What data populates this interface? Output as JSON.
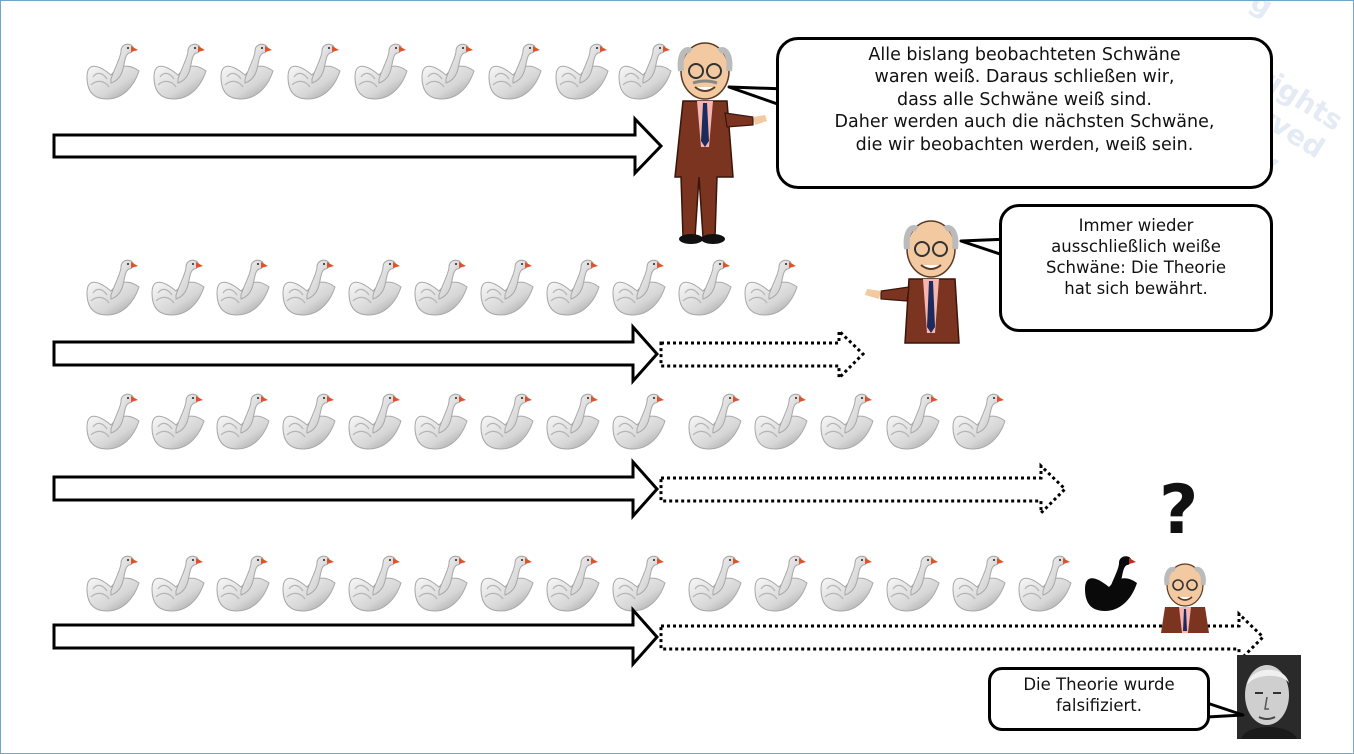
{
  "bubbles": {
    "first_observation": {
      "lines": [
        "Alle bislang beobachteten Schwäne",
        "waren weiß. Daraus schließen wir,",
        "dass alle Schwäne weiß sind.",
        "Daher werden auch die nächsten Schwäne,",
        "die wir beobachten werden, weiß sein."
      ]
    },
    "confirmation": {
      "lines": [
        "Immer wieder",
        "ausschließlich weiße",
        "Schwäne: Die Theorie",
        "hat sich bewährt."
      ]
    },
    "falsification": {
      "lines": [
        "Die Theorie wurde",
        "falsifiziert."
      ]
    }
  },
  "question_mark": "?",
  "watermark": {
    "lines": [
      "g",
      "all rights reserved",
      "ssenv"
    ]
  },
  "rows": [
    {
      "white_swans": 9,
      "black_swans": 0,
      "dotted_extension": false
    },
    {
      "white_swans": 11,
      "black_swans": 0,
      "dotted_extension": true
    },
    {
      "white_swans": 14,
      "black_swans": 0,
      "dotted_extension": true
    },
    {
      "white_swans": 15,
      "black_swans": 1,
      "dotted_extension": true
    }
  ],
  "colors": {
    "swan_white": "#e8e8e8",
    "swan_shade": "#9a9a9a",
    "swan_black": "#0a0a0a",
    "beak": "#e0522b",
    "suit": "#7a3420",
    "shirt": "#f5b5b0",
    "tie": "#1d2a5c",
    "frame_border": "#6fa7c9"
  },
  "icons": [
    "white-swan-icon",
    "black-swan-icon",
    "professor-figure",
    "philosopher-portrait"
  ]
}
